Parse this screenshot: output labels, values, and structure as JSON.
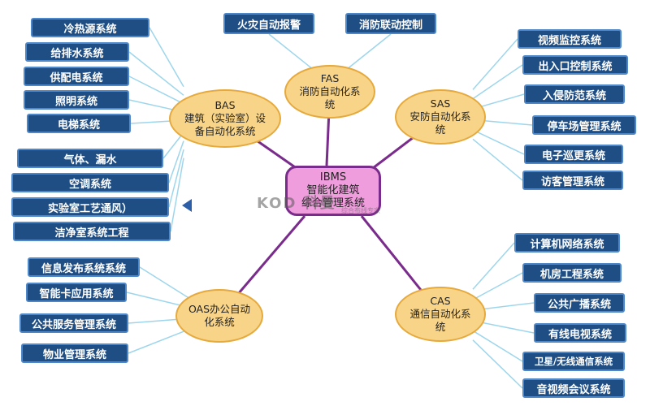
{
  "colors": {
    "leaf_fill": "#1f4e84",
    "leaf_border": "#4f88c9",
    "hub_fill": "#f8d488",
    "hub_border": "#e6a93c",
    "center_fill": "#ef9ddd",
    "center_border": "#7a2c8c",
    "spoke": "#7a2c8c",
    "leaf_line": "#9dd6ec"
  },
  "center": {
    "line1": "IBMS",
    "line2": "智能化建筑",
    "line3": "综合管理系统"
  },
  "hubs": {
    "bas": {
      "line1": "BAS",
      "line2": "建筑（实验室）设",
      "line3": "备自动化系统"
    },
    "fas": {
      "line1": "FAS",
      "line2": "消防自动化系",
      "line3": "统"
    },
    "sas": {
      "line1": "SAS",
      "line2": "安防自动化系",
      "line3": "统"
    },
    "oas": {
      "line1": "OAS办公自动",
      "line2": "化系统"
    },
    "cas": {
      "line1": "CAS",
      "line2": "通信自动化系",
      "line3": "统"
    }
  },
  "leaves": {
    "bas": [
      "冷热源系统",
      "给排水系统",
      "供配电系统",
      "照明系统",
      "电梯系统",
      "气体、漏水",
      "空调系统",
      "实验室工艺通风）",
      "洁净室系统工程"
    ],
    "fas": [
      "火灾自动报警",
      "消防联动控制"
    ],
    "sas": [
      "视频监控系统",
      "出入口控制系统",
      "入侵防范系统",
      "停车场管理系统",
      "电子巡更系统",
      "访客管理系统"
    ],
    "oas": [
      "信息发布系统系统",
      "智能卡应用系统",
      "公共服务管理系统",
      "物业管理系统"
    ],
    "cas": [
      "计算机网络系统",
      "机房工程系统",
      "公共广播系统",
      "有线电视系统",
      "卫星/无线通信系统",
      "音视频会议系统"
    ]
  },
  "watermark": {
    "main": "KOD 科曼",
    "sub": "综合布线专家"
  },
  "icons": {
    "arrow": "left-arrow-icon"
  }
}
